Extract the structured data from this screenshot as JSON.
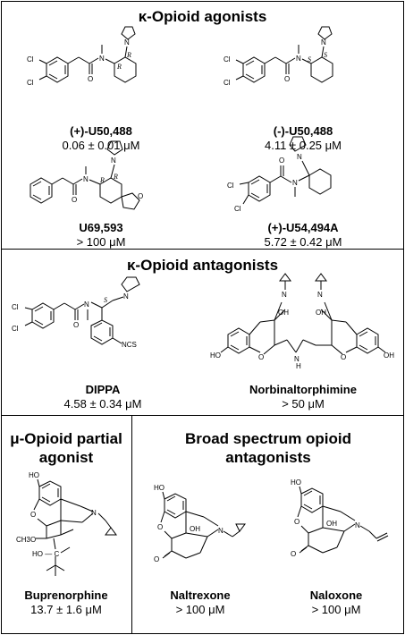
{
  "sections": {
    "kappa_agonists": {
      "title": "κ-Opioid agonists",
      "compounds": [
        {
          "name": "(+)-U50,488",
          "value": "0.06 ± 0.01 μM"
        },
        {
          "name": "(-)-U50,488",
          "value": "4.11 ± 0.25 μM"
        },
        {
          "name": "U69,593",
          "value": "> 100 μM"
        },
        {
          "name": "(+)-U54,494A",
          "value": "5.72 ± 0.42 μM"
        }
      ]
    },
    "kappa_antagonists": {
      "title": "κ-Opioid antagonists",
      "compounds": [
        {
          "name": "DIPPA",
          "value": "4.58 ± 0.34 μM"
        },
        {
          "name": "Norbinaltorphimine",
          "value": "> 50 μM"
        }
      ]
    },
    "mu_partial": {
      "title_line1": "μ-Opioid partial",
      "title_line2": "agonist",
      "compounds": [
        {
          "name": "Buprenorphine",
          "value": "13.7 ± 1.6 μM"
        }
      ]
    },
    "broad_antagonists": {
      "title_line1": "Broad spectrum opioid",
      "title_line2": "antagonists",
      "compounds": [
        {
          "name": "Naltrexone",
          "value": "> 100 μM"
        },
        {
          "name": "Naloxone",
          "value": "> 100 μM"
        }
      ]
    }
  },
  "atom_labels": {
    "cl": "Cl",
    "n": "N",
    "o": "O",
    "oh": "OH",
    "ho": "HO",
    "nh": "N\nH",
    "h": "H",
    "ncs": "NCS",
    "r": "R",
    "s": "S",
    "ch3o": "CH3O",
    "hoc": "HO — C",
    "ho_line": "HO"
  }
}
